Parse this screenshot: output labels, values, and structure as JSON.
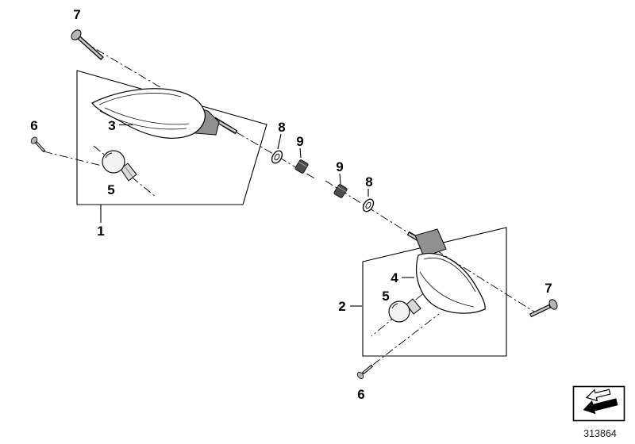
{
  "diagram": {
    "part_number": "313864",
    "callouts": {
      "screw_front": "7",
      "tapping_screw_front": "6",
      "lamp_front": "3",
      "bulb_front": "5",
      "assembly_front": "1",
      "washer_front": "8",
      "grommet_front": "9",
      "grommet_rear": "9",
      "washer_rear": "8",
      "lamp_rear": "4",
      "bulb_rear": "5",
      "assembly_rear": "2",
      "screw_rear": "7",
      "tapping_screw_rear": "6"
    },
    "icons": {
      "nav_box": "diagram-selection-arrow-icon"
    },
    "colors": {
      "line": "#111111",
      "metal_light": "#b5b5b5",
      "metal_mid": "#909090",
      "metal_dark": "#4d4d4d",
      "glass": "#f2f2f2"
    }
  }
}
